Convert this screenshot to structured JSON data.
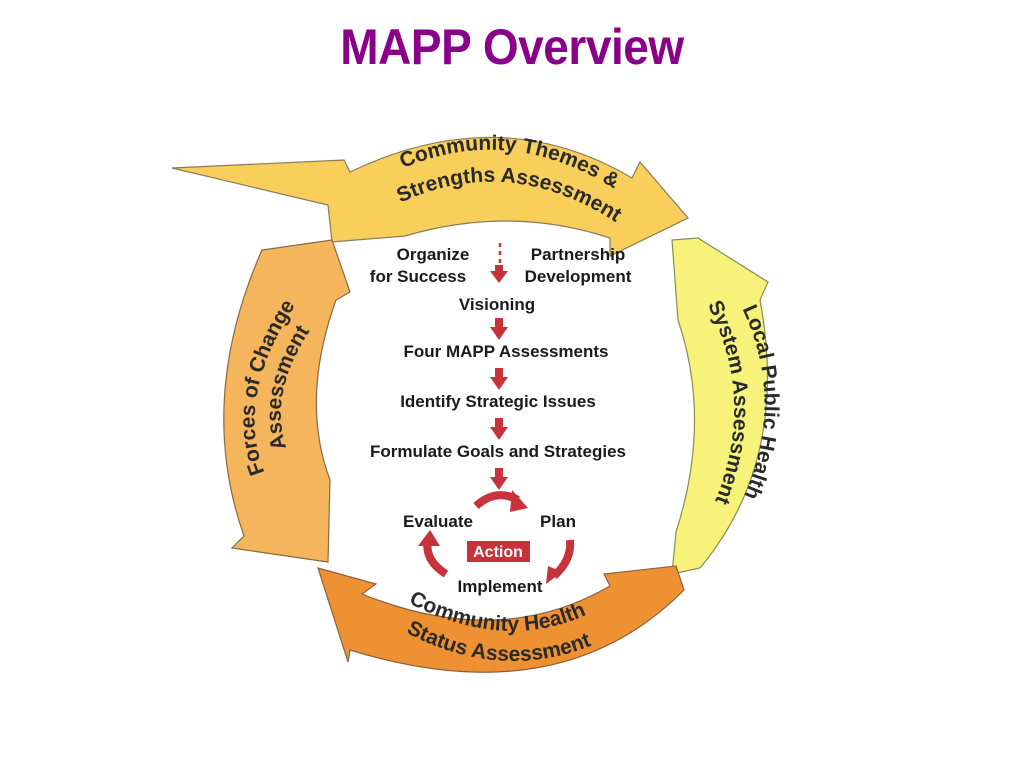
{
  "title": "MAPP Overview",
  "colors": {
    "title": "#8B008B",
    "top_arrow": "#F8CF5A",
    "right_arrow": "#F6F27A",
    "bottom_arrow": "#EE9133",
    "left_arrow": "#F4B55C",
    "step_arrow": "#C8323A",
    "action_box": "#C8323A"
  },
  "outer_assessments": {
    "top_line1": "Community Themes &",
    "top_line2": "Strengths Assessment",
    "right_line1": "Local Public Health",
    "right_line2": "System Assessment",
    "bottom_line1": "Community Health",
    "bottom_line2": "Status Assessment",
    "left_line1": "Forces of Change",
    "left_line2": "Assessment"
  },
  "steps": {
    "organize_line1": "Organize",
    "organize_line2": "for Success",
    "partnership_line1": "Partnership",
    "partnership_line2": "Development",
    "visioning": "Visioning",
    "four_assessments": "Four MAPP Assessments",
    "strategic_issues": "Identify Strategic Issues",
    "goals_strategies": "Formulate Goals and Strategies"
  },
  "action_cycle": {
    "evaluate": "Evaluate",
    "plan": "Plan",
    "action": "Action",
    "implement": "Implement"
  }
}
